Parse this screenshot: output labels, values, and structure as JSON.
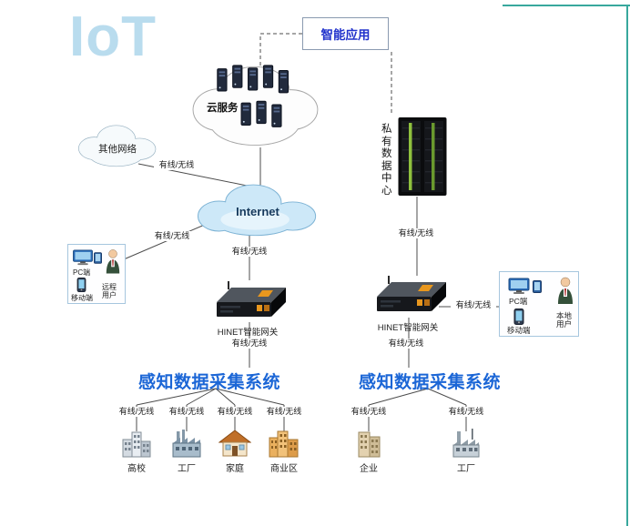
{
  "logo": {
    "text": "IoT"
  },
  "top_box": {
    "label": "智能应用"
  },
  "clouds": {
    "cloud_service": {
      "label": "云服务"
    },
    "other_network": {
      "label": "其他网络"
    },
    "internet": {
      "label": "Internet"
    }
  },
  "datacenter": {
    "label": "私有数据中心"
  },
  "gateway_left": {
    "label": "HINET智能网关"
  },
  "gateway_right": {
    "label": "HINET智能网关"
  },
  "remote_group": {
    "pc": "PC端",
    "mobile": "移动端",
    "user": "远程用户"
  },
  "local_group": {
    "pc": "PC端",
    "mobile": "移动端",
    "user": "本地用户"
  },
  "headings": {
    "left": "感知数据采集系统",
    "right": "感知数据采集系统"
  },
  "link_label": "有线/无线",
  "sites": [
    {
      "label": "高校",
      "icon": "campus-icon"
    },
    {
      "label": "工厂",
      "icon": "factory-icon"
    },
    {
      "label": "家庭",
      "icon": "home-icon"
    },
    {
      "label": "商业区",
      "icon": "commercial-icon"
    },
    {
      "label": "企业",
      "icon": "enterprise-icon"
    },
    {
      "label": "工厂",
      "icon": "factory-icon"
    }
  ],
  "colors": {
    "heading_blue": "#1b66d6",
    "logo_blue": "#b9dcee",
    "top_box_text": "#2233cc",
    "line": "#4c4c4c",
    "accent_orange": "#e8971e",
    "rack_green": "#8fc13e"
  }
}
